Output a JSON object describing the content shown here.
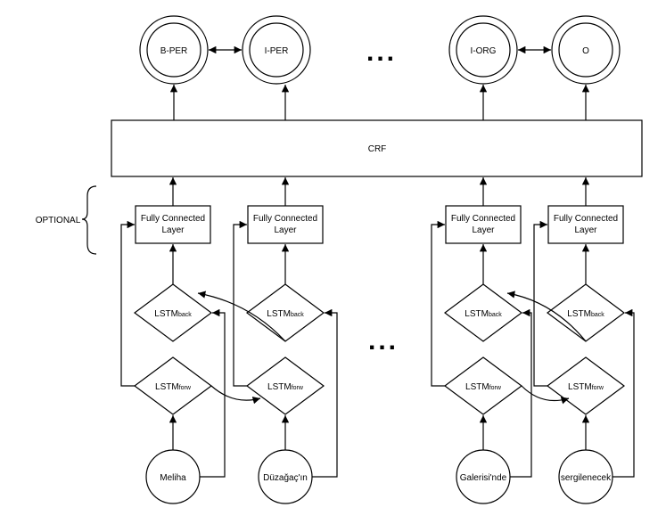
{
  "diagram": {
    "optional_label": "OPTIONAL",
    "crf_label": "CRF",
    "ellipsis": "...",
    "output_tags": [
      "B-PER",
      "I-PER",
      "I-ORG",
      "O"
    ],
    "input_words": [
      "Meliha",
      "Düzağaç'ın",
      "Galerisi'nde",
      "sergilenecek"
    ],
    "fc_line1": "Fully Connected",
    "fc_line2": "Layer",
    "lstm_back_main": "LSTM",
    "lstm_back_sub": "back",
    "lstm_forw_main": "LSTM",
    "lstm_forw_sub": "forw"
  },
  "colors": {
    "stroke": "#000000",
    "fill": "#ffffff"
  }
}
